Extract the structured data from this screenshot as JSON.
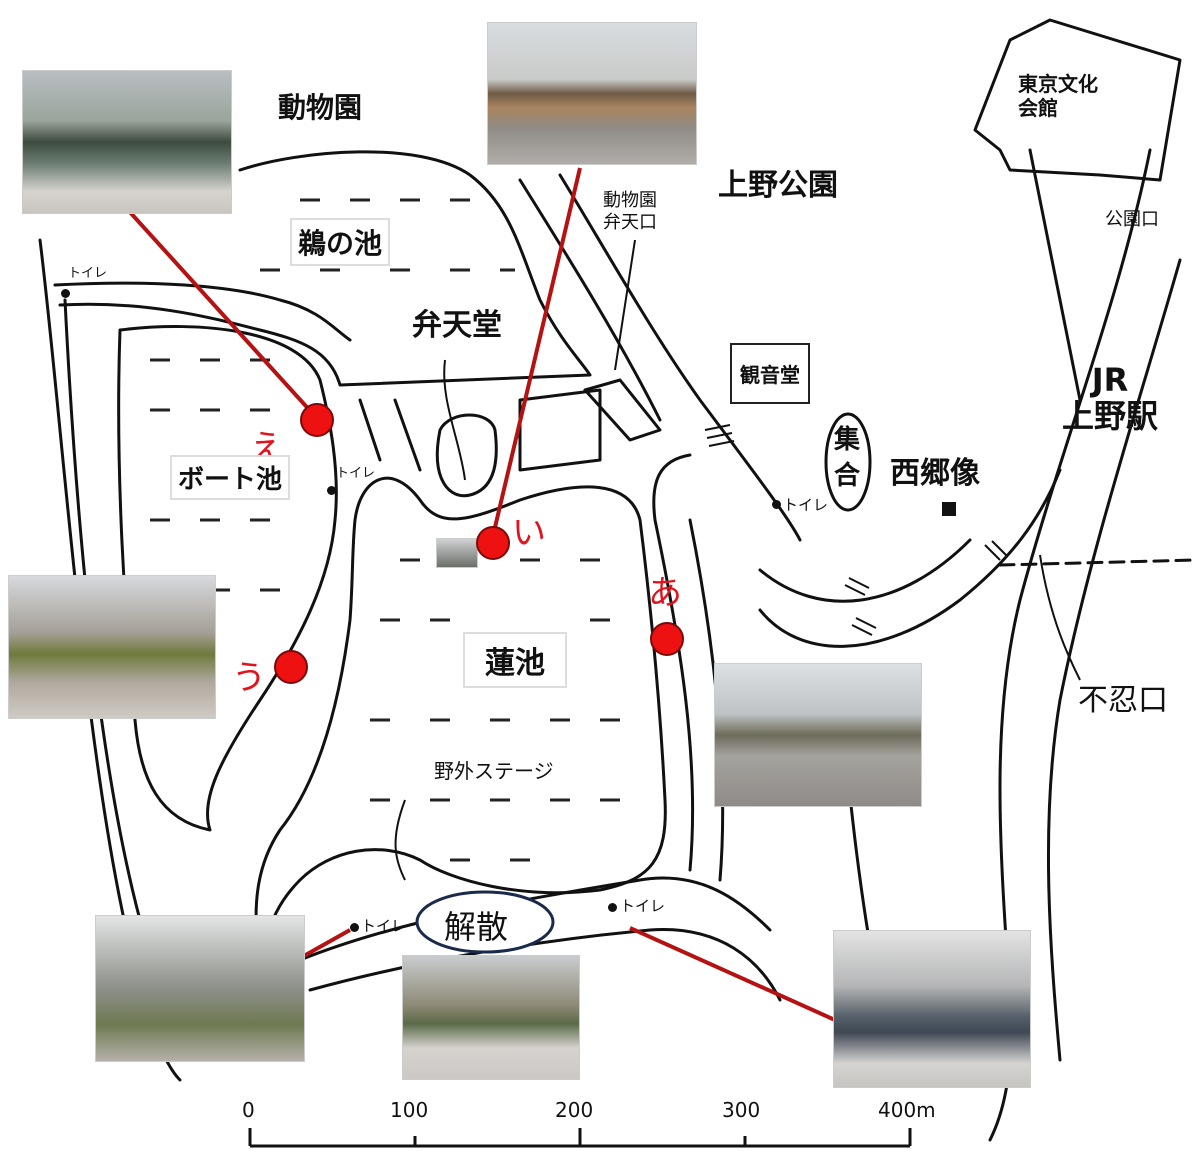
{
  "labels": {
    "zoo": "動物園",
    "ueno_park": "上野公園",
    "bunka_kaikan": "東京文化\n会館",
    "koen_guchi": "公園口",
    "zoo_benten_gate": "動物園\n弁天口",
    "u_pond": "鵜の池",
    "bentendo": "弁天堂",
    "boat_pond": "ボート池",
    "kannondo": "観音堂",
    "jr_ueno": "JR\n上野駅",
    "shugo": "集\n合",
    "saigo": "西郷像",
    "hasu_pond": "蓮池",
    "shinobazu_gate": "不忍口",
    "outdoor_stage": "野外ステージ",
    "kaisan": "解散",
    "toilet": "トイレ"
  },
  "points": {
    "a": "あ",
    "i": "い",
    "u": "う",
    "e": "え"
  },
  "scale": {
    "ticks": [
      "0",
      "100",
      "200",
      "300",
      "400m"
    ]
  },
  "colors": {
    "marker": "#ee1111",
    "leader_line": "#b51313",
    "point_label": "#e0141c"
  }
}
